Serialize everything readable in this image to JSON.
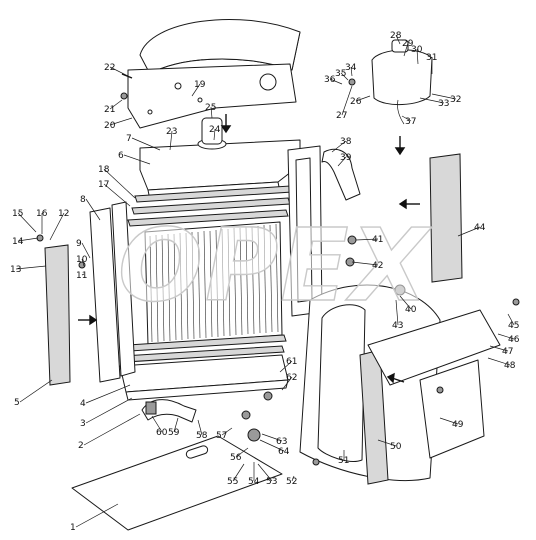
{
  "watermark": "OPEX",
  "callouts": [
    "1",
    "2",
    "3",
    "4",
    "5",
    "6",
    "7",
    "8",
    "9",
    "10",
    "11",
    "12",
    "13",
    "14",
    "15",
    "16",
    "17",
    "18",
    "19",
    "20",
    "21",
    "22",
    "23",
    "24",
    "25",
    "26",
    "27",
    "28",
    "29",
    "30",
    "31",
    "32",
    "33",
    "34",
    "35",
    "36",
    "37",
    "38",
    "39",
    "40",
    "41",
    "42",
    "43",
    "44",
    "45",
    "46",
    "47",
    "48",
    "49",
    "50",
    "51",
    "52",
    "53",
    "54",
    "55",
    "56",
    "57",
    "58",
    "59",
    "60",
    "61",
    "62",
    "63",
    "64"
  ]
}
